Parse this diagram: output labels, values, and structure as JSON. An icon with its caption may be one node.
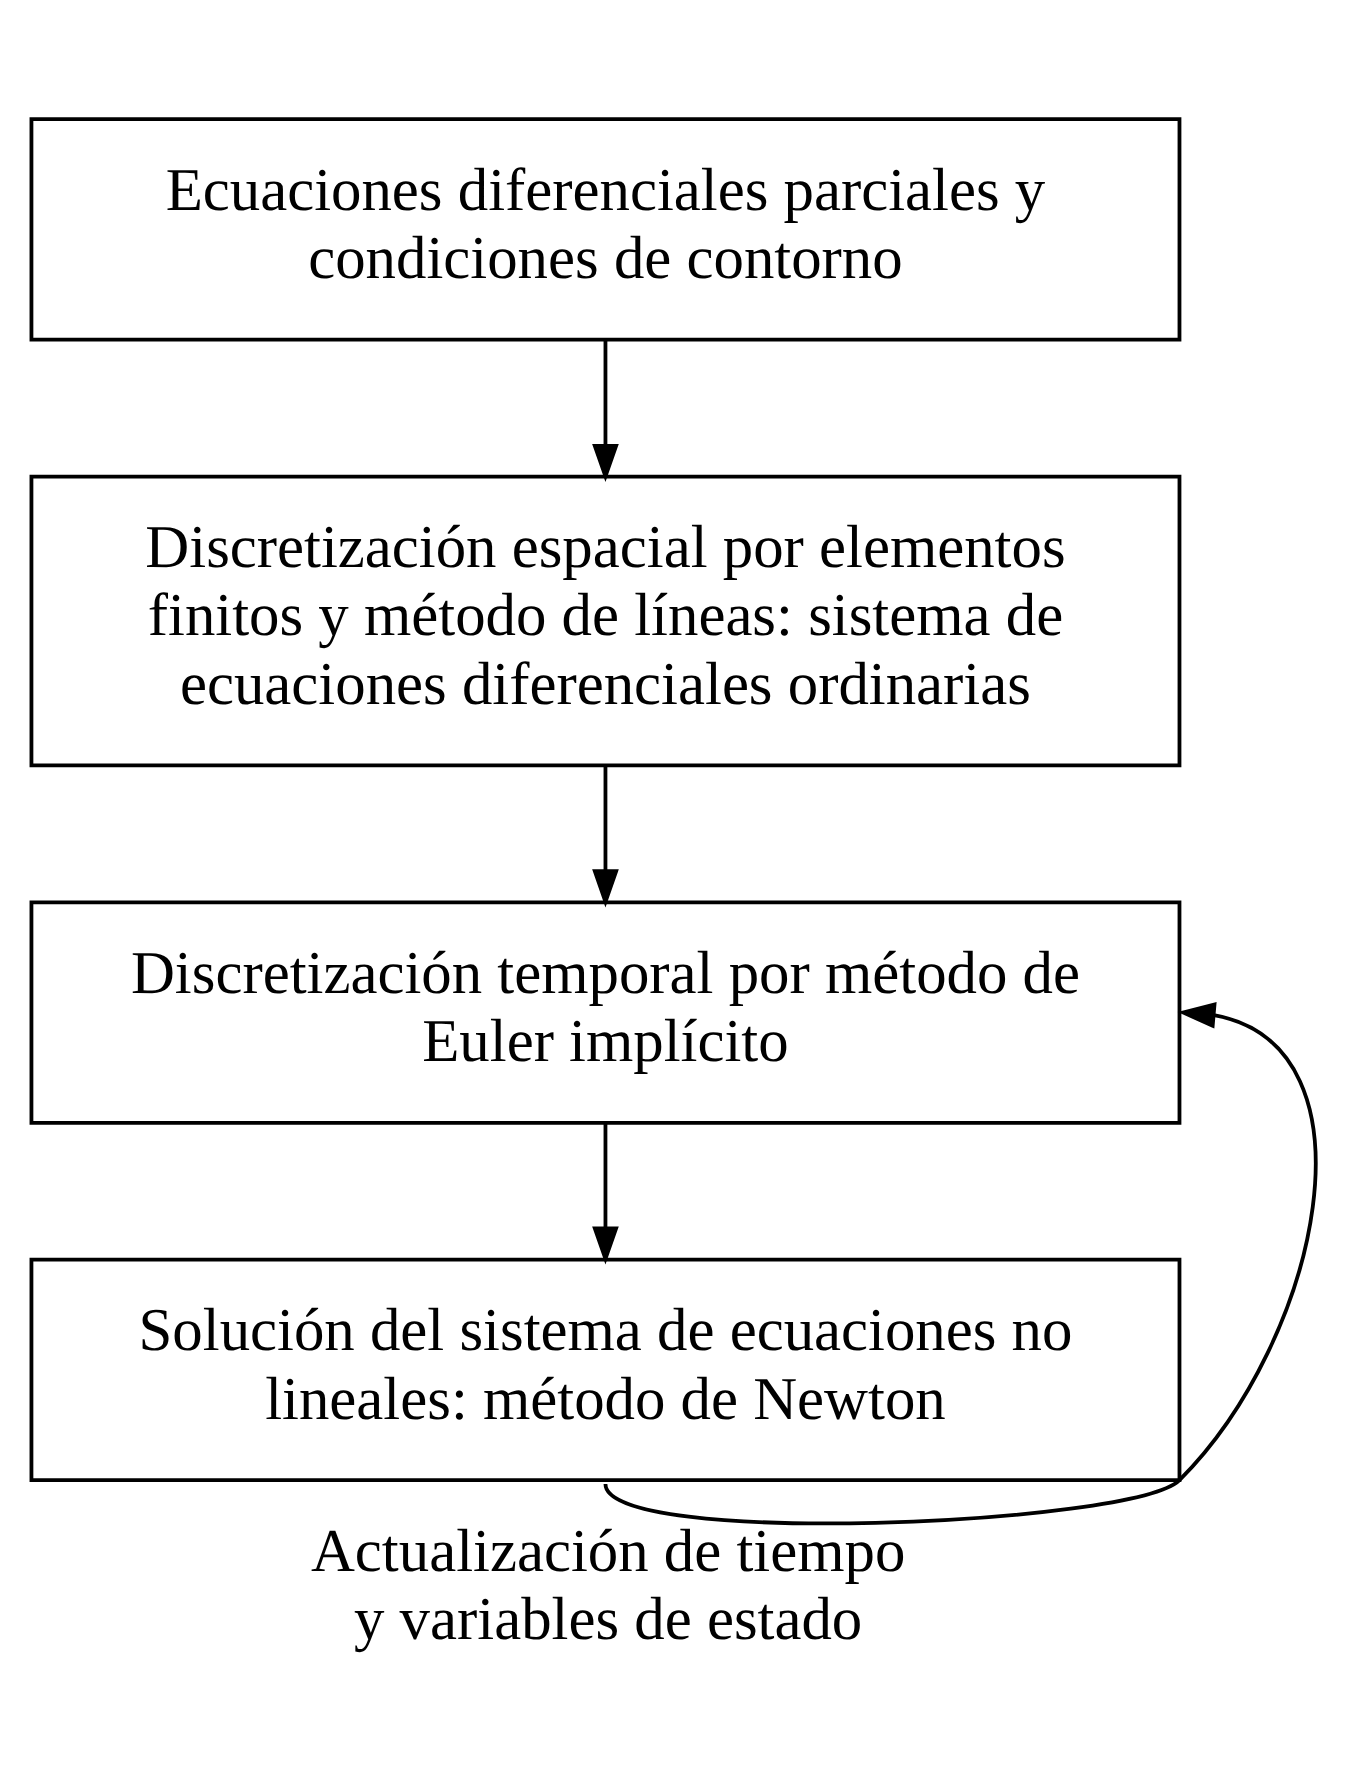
{
  "diagram": {
    "nodes": [
      {
        "text": [
          "Ecuaciones diferenciales parciales y condiciones de contorno"
        ]
      },
      {
        "text": [
          "Discretización espacial por elementos finitos y método de líneas: sistema de ecuaciones diferenciales ordinarias"
        ]
      },
      {
        "text": [
          "Discretización temporal por método de Euler implícito"
        ]
      },
      {
        "text": [
          "Solución del sistema de ecuaciones no lineales: método de Newton"
        ]
      }
    ],
    "edges": [
      {
        "from": 0,
        "to": 1,
        "arrow": "to"
      },
      {
        "from": 1,
        "to": 2,
        "arrow": "to"
      },
      {
        "from": 2,
        "to": 3,
        "arrow": "to"
      },
      {
        "from": 3,
        "to": 2,
        "arrow": "to",
        "label": "Actualización de tiempo y variables de estado"
      }
    ]
  }
}
